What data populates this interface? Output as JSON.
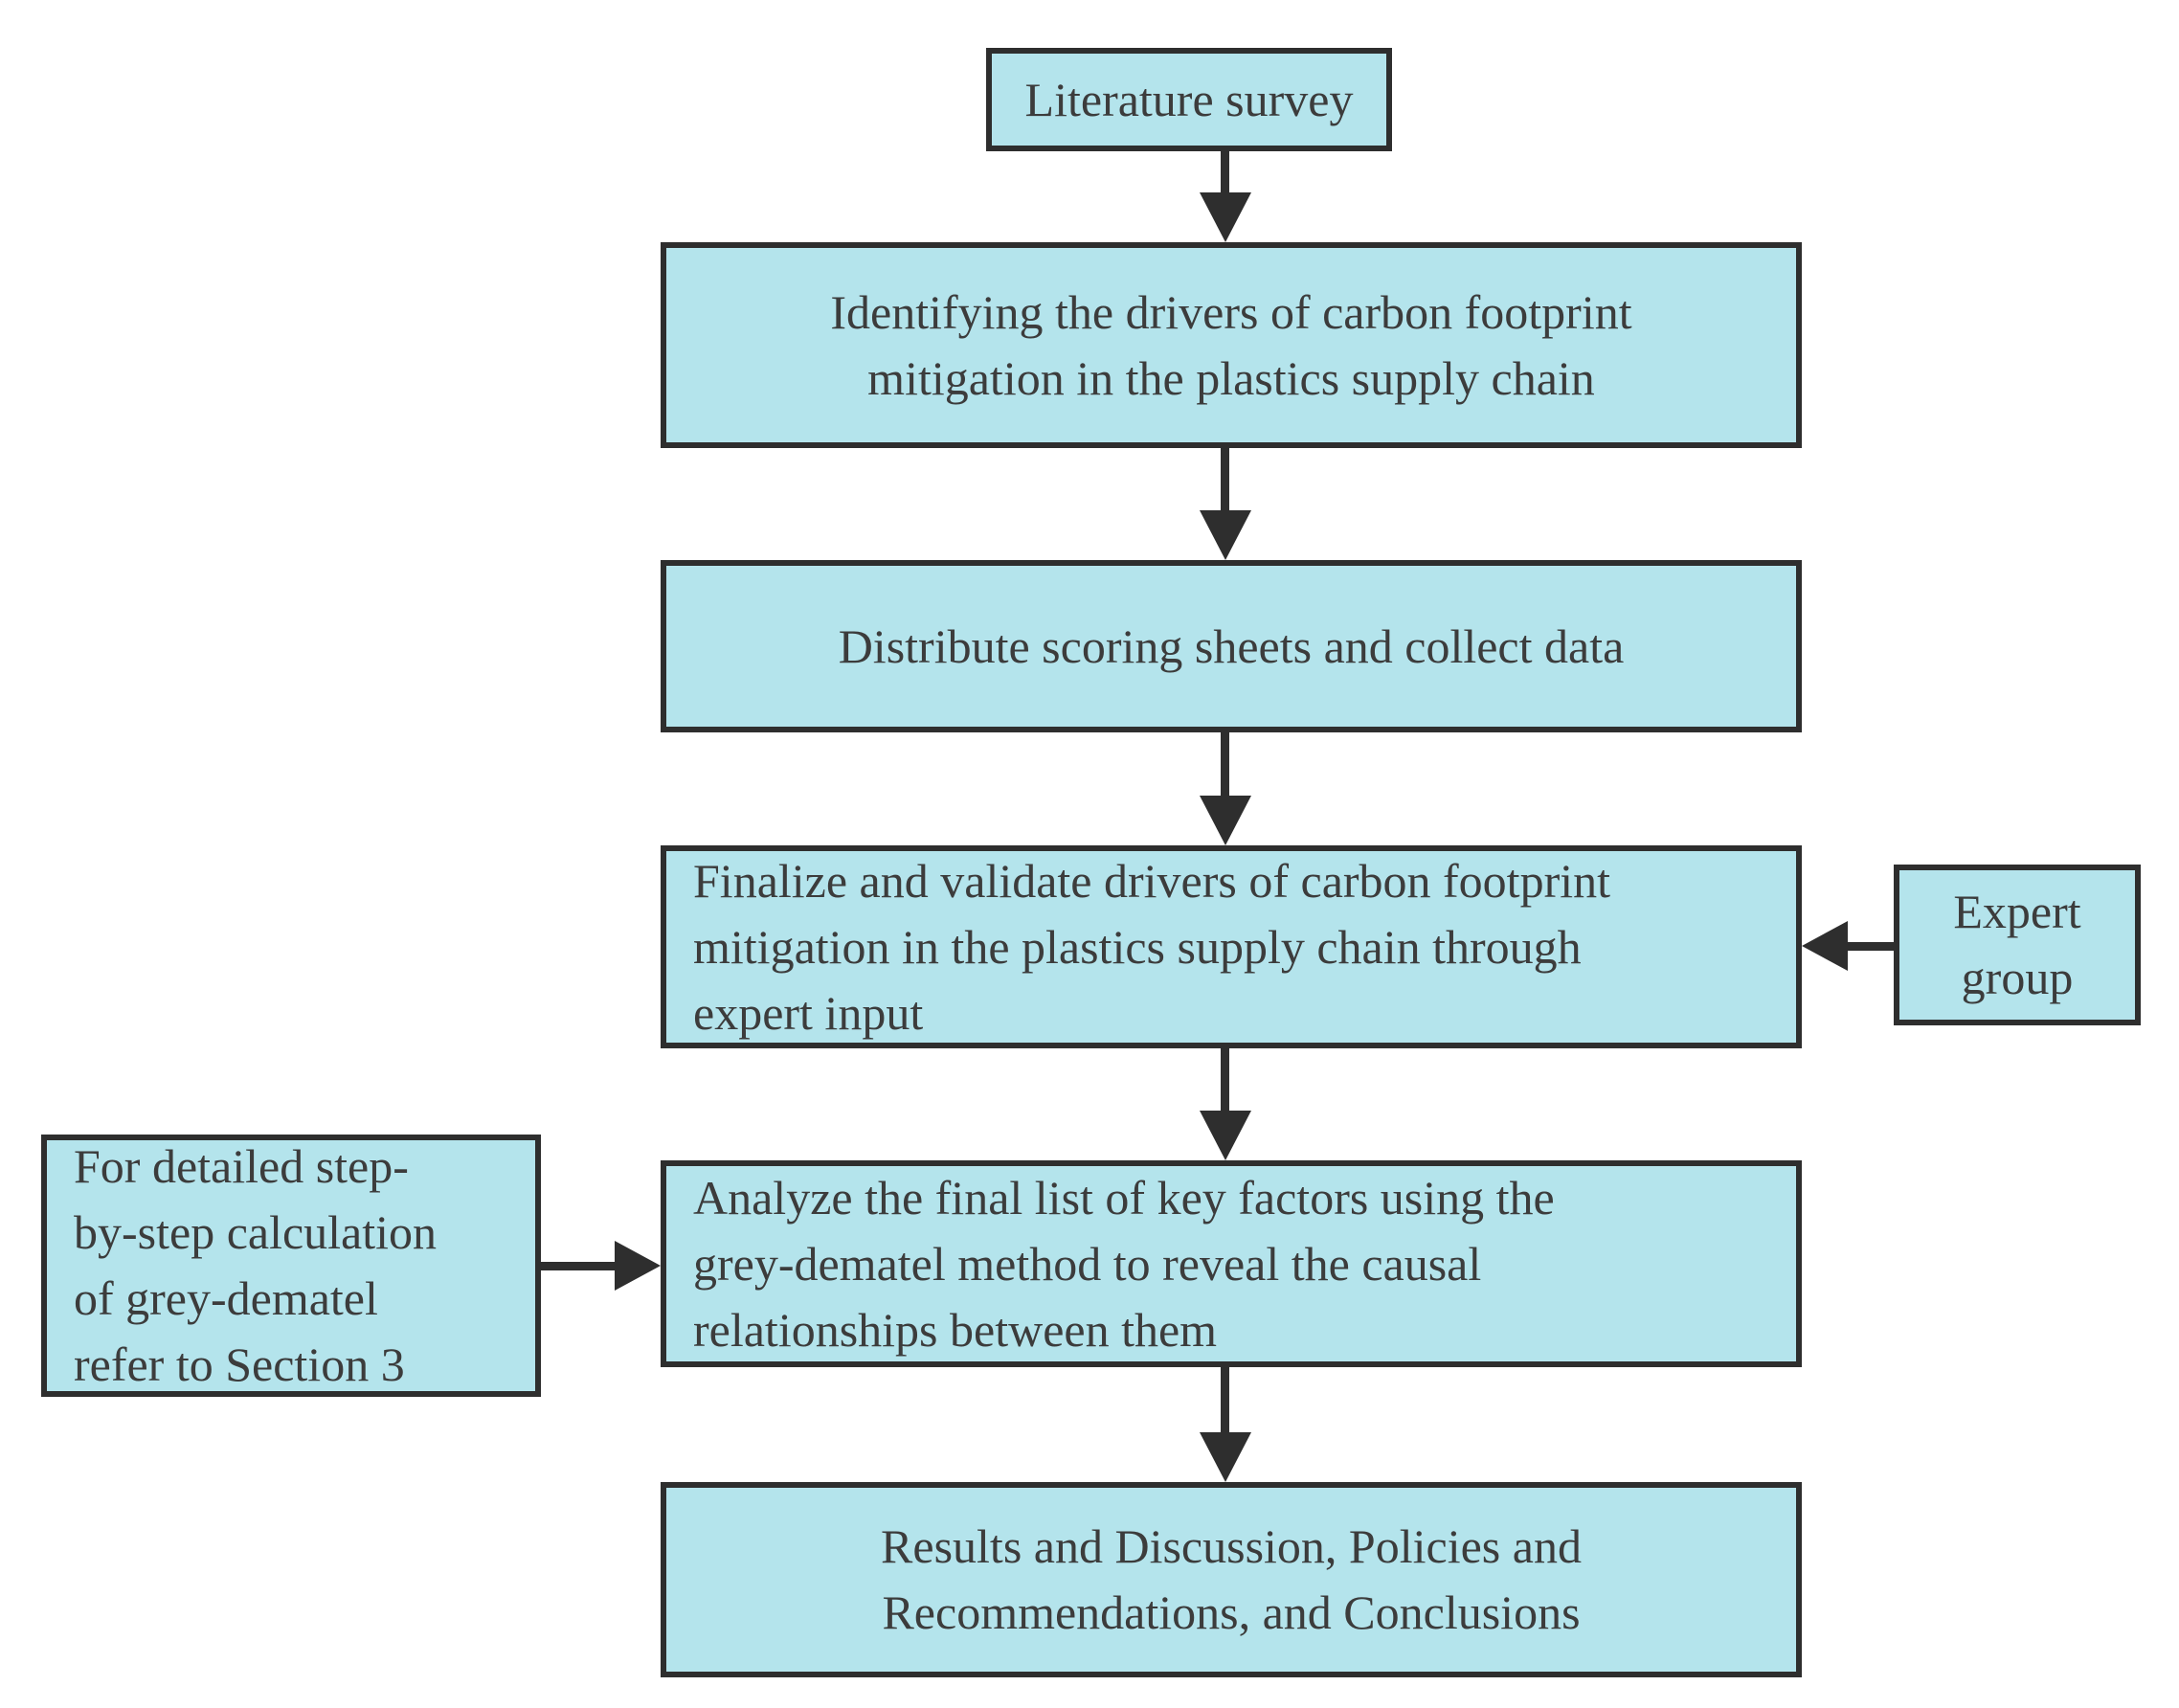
{
  "diagram": {
    "type": "flowchart",
    "background": "#ffffff",
    "colors": {
      "node_fill": "#b4e4ec",
      "node_border": "#2e2e2e",
      "arrow": "#2e2e2e",
      "text": "#3c3c3c"
    },
    "nodes": {
      "literature_survey": {
        "label": "Literature survey"
      },
      "identify_drivers": {
        "label": "Identifying the drivers of carbon footprint\nmitigation in the plastics supply chain"
      },
      "distribute_sheets": {
        "label": "Distribute scoring sheets and collect data"
      },
      "finalize_validate": {
        "label": "Finalize and validate drivers of carbon footprint\nmitigation in the plastics supply chain through\nexpert input"
      },
      "analyze_factors": {
        "label": "Analyze the final list of key factors using the\ngrey-dematel method to reveal the causal\nrelationships between them"
      },
      "results_discussion": {
        "label": "Results and Discussion, Policies and\nRecommendations, and Conclusions"
      },
      "expert_group": {
        "label": "Expert\ngroup"
      },
      "section_note": {
        "label": "For detailed step-\nby-step calculation\nof grey-dematel\nrefer to Section 3"
      }
    },
    "connections": [
      {
        "from": "literature_survey",
        "to": "identify_drivers",
        "direction": "down"
      },
      {
        "from": "identify_drivers",
        "to": "distribute_sheets",
        "direction": "down"
      },
      {
        "from": "distribute_sheets",
        "to": "finalize_validate",
        "direction": "down"
      },
      {
        "from": "finalize_validate",
        "to": "analyze_factors",
        "direction": "down"
      },
      {
        "from": "analyze_factors",
        "to": "results_discussion",
        "direction": "down"
      },
      {
        "from": "expert_group",
        "to": "finalize_validate",
        "direction": "left"
      },
      {
        "from": "section_note",
        "to": "analyze_factors",
        "direction": "right"
      }
    ]
  }
}
